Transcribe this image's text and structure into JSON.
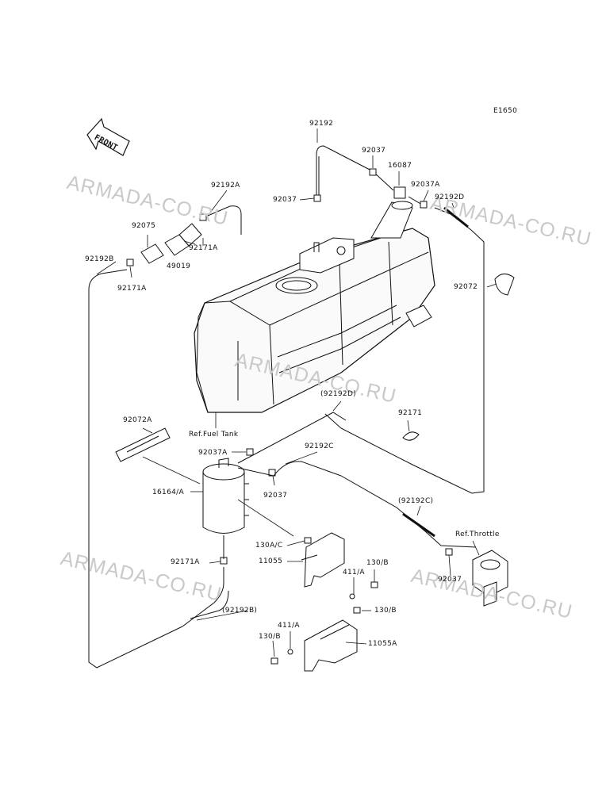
{
  "diagram_code": "E1650",
  "front_label": "FRONT",
  "watermark": "ARMADA-CO.RU",
  "labels": {
    "p92192": "92192",
    "p92037_top": "92037",
    "p16087": "16087",
    "p92037A_top": "92037A",
    "p92192D_top": "92192D",
    "p92037_left": "92037",
    "p92192A": "92192A",
    "p92075": "92075",
    "p92171A_mid": "92171A",
    "p49019": "49019",
    "p92192B": "92192B",
    "p92171A_left": "92171A",
    "p92072": "92072",
    "ref_fuel_tank": "Ref.Fuel Tank",
    "p92192D_paren": "(92192D)",
    "p92171": "92171",
    "p92072A": "92072A",
    "p92037A_mid": "92037A",
    "p92192C": "92192C",
    "p16164A": "16164/A",
    "p92037_mid": "92037",
    "p92192C_paren": "(92192C)",
    "ref_throttle": "Ref.Throttle",
    "p130AC": "130A/C",
    "p11055": "11055",
    "p92037_right": "92037",
    "p411A_top": "411/A",
    "p130B_top": "130/B",
    "p92171A_bottom": "92171A",
    "p92192B_paren": "(92192B)",
    "p130B_mid": "130/B",
    "p411A_bottom": "411/A",
    "p130B_bottom": "130/B",
    "p11055A": "11055A"
  }
}
